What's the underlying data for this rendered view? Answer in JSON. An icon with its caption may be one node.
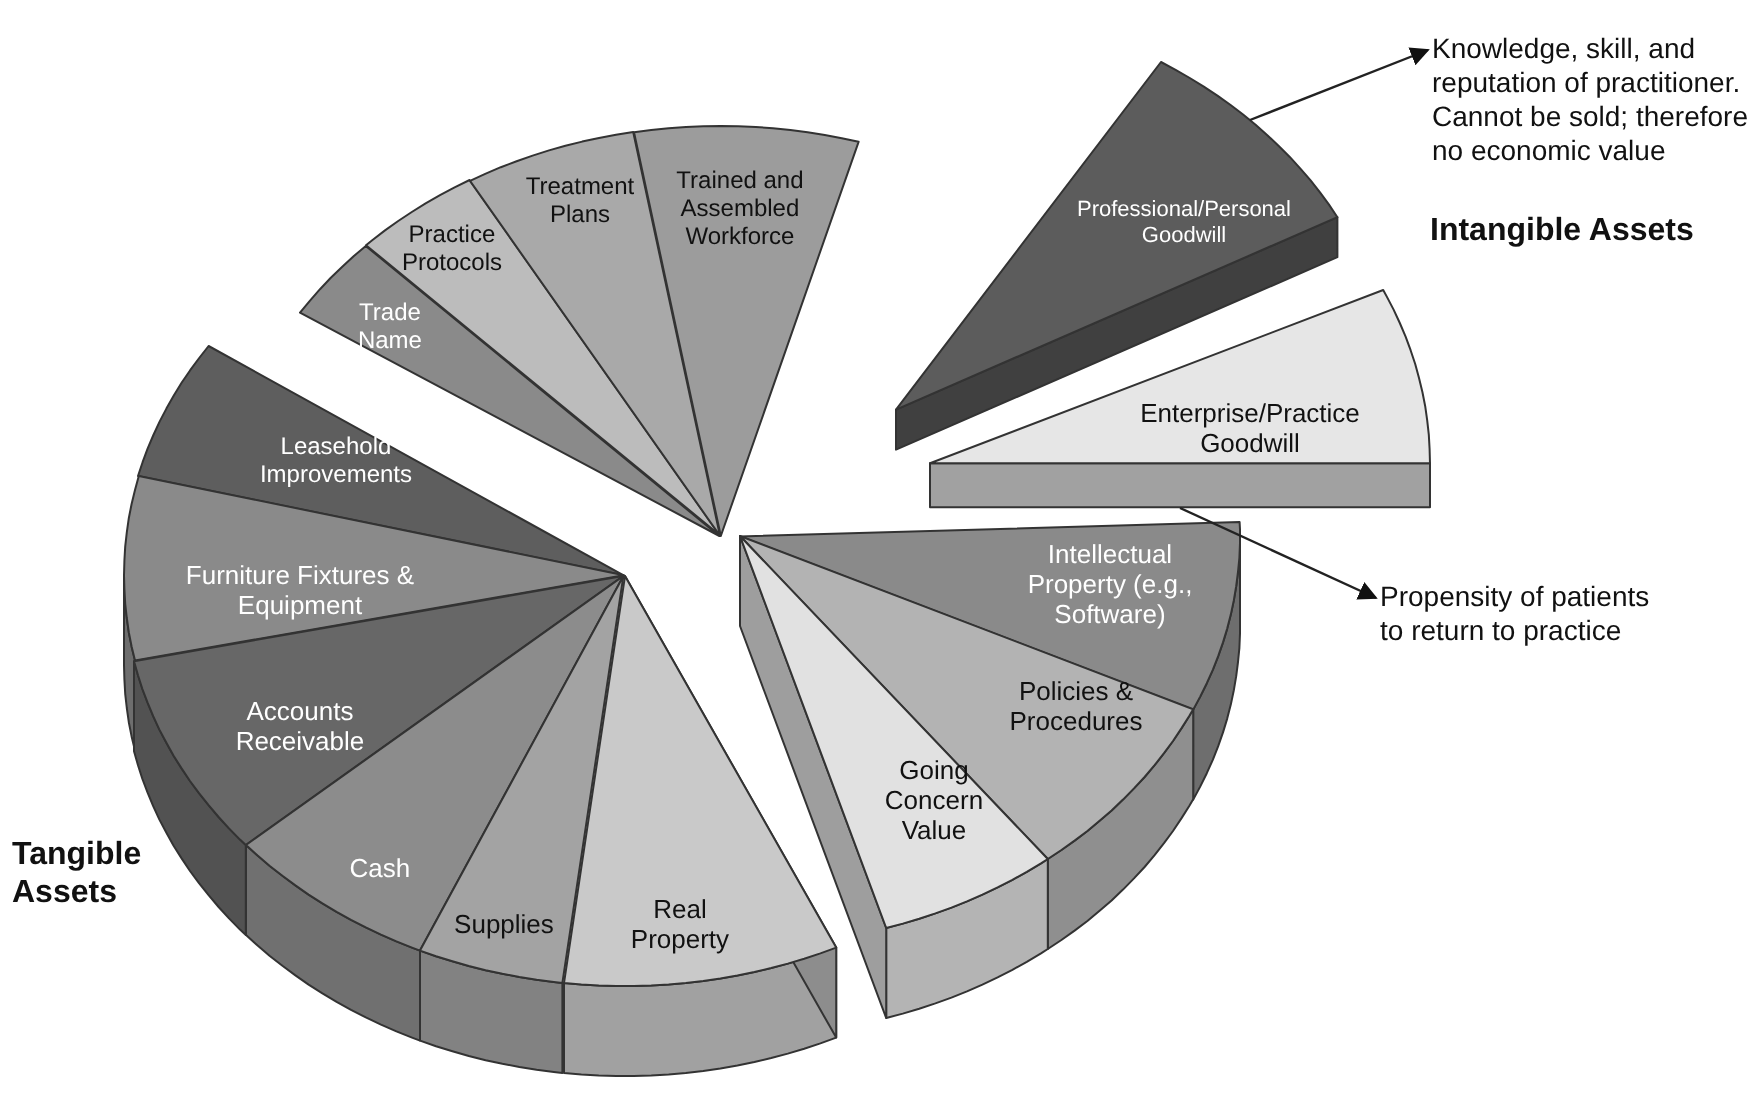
{
  "diagram": {
    "nodes": [
      {
        "text": [
          "Professional/Personal Goodwill"
        ]
      },
      {
        "text": [
          "Enterprise/Practice Goodwill"
        ]
      },
      {
        "text": [
          "Trade Name"
        ]
      },
      {
        "text": [
          "Practice Protocols"
        ]
      },
      {
        "text": [
          "Treatment Plans"
        ]
      },
      {
        "text": [
          "Trained and Assembled Workforce"
        ]
      },
      {
        "text": [
          "Leasehold Improvements"
        ]
      },
      {
        "text": [
          "Furniture Fixtures & Equipment"
        ]
      },
      {
        "text": [
          "Accounts Receivable"
        ]
      },
      {
        "text": [
          "Cash"
        ]
      },
      {
        "text": [
          "Supplies"
        ]
      },
      {
        "text": [
          "Real Property"
        ]
      },
      {
        "text": [
          "Intellectual Property (e.g., Software)"
        ]
      },
      {
        "text": [
          "Policies & Procedures"
        ]
      },
      {
        "text": [
          "Going Concern Value"
        ]
      },
      {
        "text": [
          "Knowledge, skill, and reputation of practitioner. Cannot be sold; therefore no economic value"
        ]
      },
      {
        "text": [
          "Propensity of patients to return to practice"
        ]
      }
    ],
    "edges": [
      {
        "from": 0,
        "to": 15,
        "arrow": "to"
      },
      {
        "from": 1,
        "to": 16,
        "arrow": "to"
      }
    ],
    "labels": [
      "Intangible Assets",
      "Tangible Assets"
    ]
  }
}
